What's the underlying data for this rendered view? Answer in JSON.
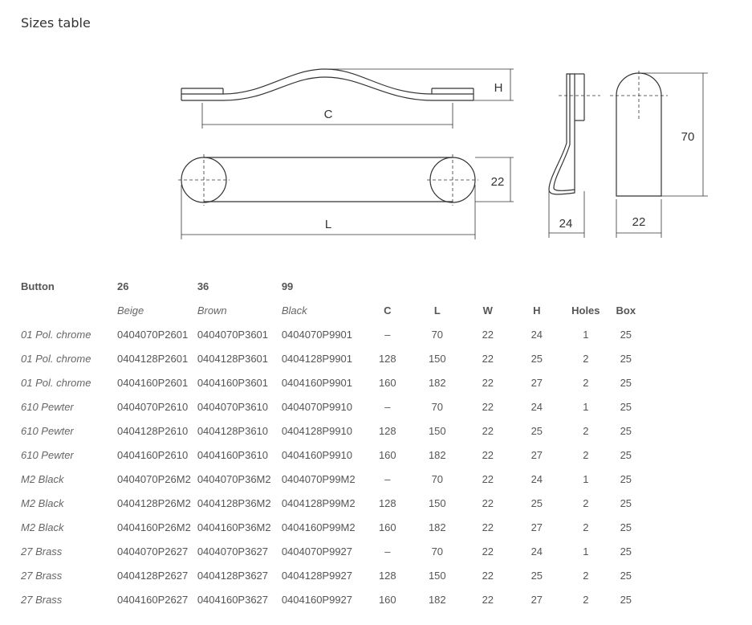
{
  "title": "Sizes table",
  "drawing": {
    "labels": {
      "h": "H",
      "c": "C",
      "w": "22",
      "l": "L",
      "depth": "24",
      "width": "22",
      "height": "70"
    }
  },
  "table": {
    "header": [
      "Button",
      "26",
      "36",
      "99"
    ],
    "subheader": [
      "",
      "Beige",
      "Brown",
      "Black",
      "C",
      "L",
      "W",
      "H",
      "Holes",
      "Box"
    ],
    "rows": [
      [
        "01 Pol. chrome",
        "0404070P2601",
        "0404070P3601",
        "0404070P9901",
        "–",
        "70",
        "22",
        "24",
        "1",
        "25"
      ],
      [
        "01 Pol. chrome",
        "0404128P2601",
        "0404128P3601",
        "0404128P9901",
        "128",
        "150",
        "22",
        "25",
        "2",
        "25"
      ],
      [
        "01 Pol. chrome",
        "0404160P2601",
        "0404160P3601",
        "0404160P9901",
        "160",
        "182",
        "22",
        "27",
        "2",
        "25"
      ],
      [
        "610 Pewter",
        "0404070P2610",
        "0404070P3610",
        "0404070P9910",
        "–",
        "70",
        "22",
        "24",
        "1",
        "25"
      ],
      [
        "610 Pewter",
        "0404128P2610",
        "0404128P3610",
        "0404128P9910",
        "128",
        "150",
        "22",
        "25",
        "2",
        "25"
      ],
      [
        "610 Pewter",
        "0404160P2610",
        "0404160P3610",
        "0404160P9910",
        "160",
        "182",
        "22",
        "27",
        "2",
        "25"
      ],
      [
        "M2 Black",
        "0404070P26M2",
        "0404070P36M2",
        "0404070P99M2",
        "–",
        "70",
        "22",
        "24",
        "1",
        "25"
      ],
      [
        "M2 Black",
        "0404128P26M2",
        "0404128P36M2",
        "0404128P99M2",
        "128",
        "150",
        "22",
        "25",
        "2",
        "25"
      ],
      [
        "M2 Black",
        "0404160P26M2",
        "0404160P36M2",
        "0404160P99M2",
        "160",
        "182",
        "22",
        "27",
        "2",
        "25"
      ],
      [
        "27 Brass",
        "0404070P2627",
        "0404070P3627",
        "0404070P9927",
        "–",
        "70",
        "22",
        "24",
        "1",
        "25"
      ],
      [
        "27 Brass",
        "0404128P2627",
        "0404128P3627",
        "0404128P9927",
        "128",
        "150",
        "22",
        "25",
        "2",
        "25"
      ],
      [
        "27 Brass",
        "0404160P2627",
        "0404160P3627",
        "0404160P9927",
        "160",
        "182",
        "22",
        "27",
        "2",
        "25"
      ]
    ]
  }
}
